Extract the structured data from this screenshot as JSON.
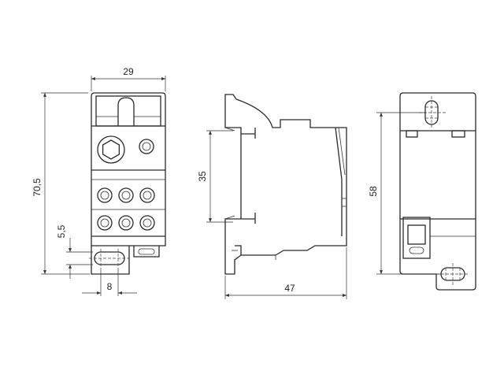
{
  "drawing": {
    "dimensions": {
      "front_width": "29",
      "front_height": "70,5",
      "slot_offset": "5,5",
      "slot_width": "8",
      "side_rail": "35",
      "side_depth": "47",
      "back_height": "58"
    }
  }
}
